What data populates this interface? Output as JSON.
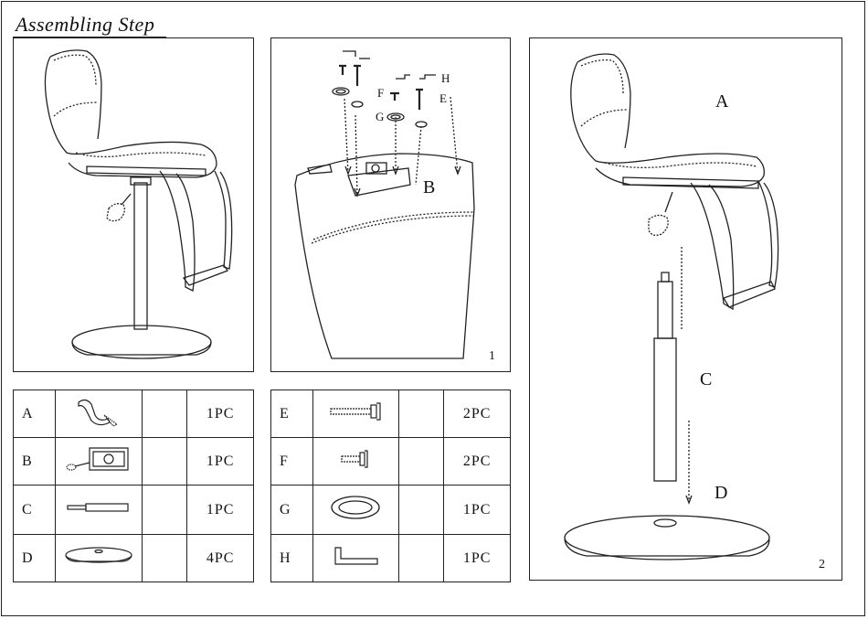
{
  "title": "Assembling Step",
  "step1": {
    "number": "1",
    "labels": {
      "b": "B",
      "e": "E",
      "f": "F",
      "g": "G",
      "h": "H"
    }
  },
  "step2": {
    "number": "2",
    "labels": {
      "a": "A",
      "c": "C",
      "d": "D"
    }
  },
  "parts_left": [
    {
      "letter": "A",
      "icon": "gas-lift-lever-icon",
      "qty": "1PC"
    },
    {
      "letter": "B",
      "icon": "seat-mechanism-plate-icon",
      "qty": "1PC"
    },
    {
      "letter": "C",
      "icon": "gas-cylinder-icon",
      "qty": "1PC"
    },
    {
      "letter": "D",
      "icon": "round-base-icon",
      "qty": "4PC"
    }
  ],
  "parts_right": [
    {
      "letter": "E",
      "icon": "long-bolt-icon",
      "qty": "2PC"
    },
    {
      "letter": "F",
      "icon": "short-bolt-icon",
      "qty": "2PC"
    },
    {
      "letter": "G",
      "icon": "washer-icon",
      "qty": "1PC"
    },
    {
      "letter": "H",
      "icon": "allen-key-icon",
      "qty": "1PC"
    }
  ]
}
